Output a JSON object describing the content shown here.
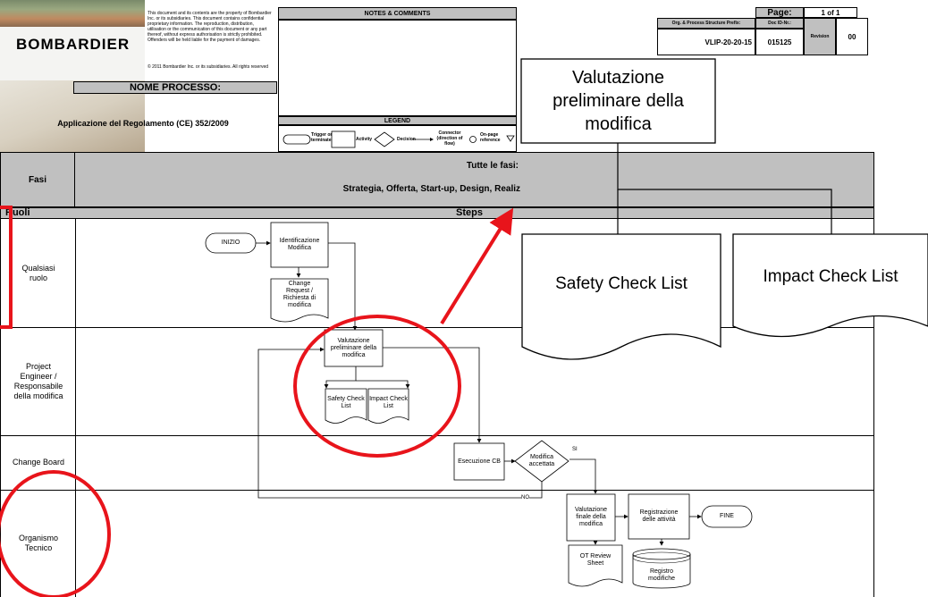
{
  "header": {
    "logo": "BOMBARDIER",
    "disclaimer": "This document and its contents are the property of Bombardier Inc. or its subsidiaries. This document contains confidential proprietary information. The reproduction, distribution, utilisation or the communication of this document or any part thereof, without express authorisation is strictly prohibited. Offenders will be held liable for the payment of damages.",
    "copyright": "© 2011 Bombardier Inc. or its subsidiaries. All rights reserved",
    "notes_title": "NOTES & COMMENTS",
    "page_label": "Page:",
    "page_value": "1 of 1",
    "prefix_label": "Org. & Process Structure Prefix:",
    "prefix_value": "VLIP-20-20-15",
    "docid_label": "Doc ID-Nr.:",
    "docid_value": "015125",
    "revision_label": "Revision",
    "revision_value": "00",
    "process_label": "NOME PROCESSO:",
    "process_name": "Applicazione del Regolamento (CE) 352/2009"
  },
  "legend": {
    "title": "LEGEND",
    "items": [
      "Trigger or terminate",
      "Activity",
      "Decision",
      "Connector (direction of flow)",
      "On-page reference"
    ]
  },
  "phases": {
    "label": "Fasi",
    "title": "Tutte le fasi:",
    "list": "Strategia, Offerta, Start-up, Design, Realiz"
  },
  "columns": {
    "roles": "Ruoli",
    "steps": "Steps"
  },
  "roles": [
    "Qualsiasi\nruolo",
    "Project\nEngineer /\nResponsabile\ndella modifica",
    "Change Board",
    "Organismo\nTecnico"
  ],
  "nodes": {
    "start": "INIZIO",
    "identify": "Identificazione\nModifica",
    "change_request": "Change\nRequest /\nRichiesta di\nmodifica",
    "prelim": "Valutazione\npreliminare della\nmodifica",
    "safety_small": "Safety Check\nList",
    "impact_small": "Impact Check\nList",
    "cb": "Esecuzione CB",
    "decision": "Modifica\naccettata",
    "yes": "SI",
    "no": "NO",
    "final_eval": "Valutazione\nfinale della\nmodifica",
    "register": "Registrazione\ndelle attività",
    "end": "FINE",
    "review_sheet": "OT Review\nSheet",
    "registry": "Registro\nmodifiche"
  },
  "zoom": {
    "prelim": "Valutazione\npreliminare della\nmodifica",
    "safety": "Safety Check List",
    "impact": "Impact Check List"
  },
  "colors": {
    "highlight": "#e8141b",
    "header_gray": "#c0c0c0"
  }
}
